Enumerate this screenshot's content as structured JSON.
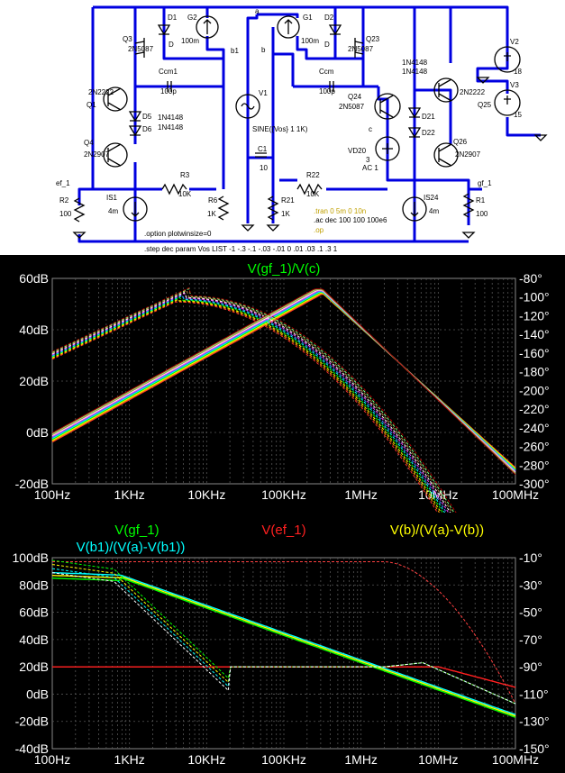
{
  "schematic": {
    "labels": {
      "d1": "D1",
      "g2": "G2",
      "g1": "G1",
      "d2": "D2",
      "g2v": "100m",
      "g1v": "100m",
      "q3": "Q3",
      "q3m": "2N5087",
      "q23": "Q23",
      "q23m": "2N5087",
      "dA": "D",
      "dB": "D",
      "b1": "b1",
      "a": "a",
      "b": "b",
      "ccm1": "Ccm1",
      "ccm1v": "100p",
      "ccm": "Ccm",
      "ccmv": "100p",
      "q2": "2N2222",
      "q1": "Q1",
      "q4": "Q4",
      "q4m": "2N2907",
      "d5": "D5",
      "d6": "D6",
      "d56m1": "1N4148",
      "d56m2": "1N4148",
      "v1": "V1",
      "v1v": "SINE({Vos} 1 1K)",
      "q24": "Q24",
      "q24m": "2N5087",
      "d2122m1": "1N4148",
      "d2122m2": "1N4148",
      "q2r": "2N2222",
      "q25": "Q25",
      "d21": "D21",
      "d22": "D22",
      "q26": "Q26",
      "q26m": "2N2907",
      "c": "c",
      "vd20": "VD20",
      "vd20v1": "3",
      "vd20v2": "AC 1",
      "v2": "V2",
      "v2v": "18",
      "v3": "V3",
      "v3v": "15",
      "c1": "C1",
      "c1v": "10",
      "ef1": "ef_1",
      "gf1": "gf_1",
      "r3": "R3",
      "r3v": "10K",
      "r22": "R22",
      "r22v": "10K",
      "r2": "R2",
      "r2v": "100",
      "r1": "R1",
      "r1v": "100",
      "is1": "IS1",
      "is1v": "4m",
      "is24": "IS24",
      "is24v": "4m",
      "r6": "R6",
      "r6v": "1K",
      "r21": "R21",
      "r21v": "1K",
      "tran": ".tran 0 5m 0 10n",
      "ac": ".ac dec 100 100 100e6",
      "op": ".op",
      "option": ".option plotwinsize=0",
      "step": ".step dec param Vos  LIST -1 -.3 -.1 -.03 -.01 0 .01 .03 .1 .3 1"
    }
  },
  "plot1": {
    "title": "V(gf_1)/V(c)",
    "title_color": "#00ff00",
    "left_ticks": [
      "60dB",
      "40dB",
      "20dB",
      "0dB",
      "-20dB"
    ],
    "right_ticks": [
      "-80°",
      "-100°",
      "-120°",
      "-140°",
      "-160°",
      "-180°",
      "-200°",
      "-220°",
      "-240°",
      "-260°",
      "-280°",
      "-300°"
    ],
    "x_ticks": [
      "100Hz",
      "1KHz",
      "10KHz",
      "100KHz",
      "1MHz",
      "10MHz",
      "100MHz"
    ]
  },
  "plot2": {
    "legend": [
      {
        "text": "V(gf_1)",
        "color": "#00ff00"
      },
      {
        "text": "V(ef_1)",
        "color": "#ff2020"
      },
      {
        "text": "V(b)/(V(a)-V(b))",
        "color": "#ffff00"
      },
      {
        "text": "V(b1)/(V(a)-V(b1))",
        "color": "#00ffff"
      }
    ],
    "left_ticks": [
      "100dB",
      "80dB",
      "60dB",
      "40dB",
      "20dB",
      "0dB",
      "-20dB",
      "-40dB"
    ],
    "right_ticks": [
      "-10°",
      "-30°",
      "-50°",
      "-70°",
      "-90°",
      "-110°",
      "-130°",
      "-150°"
    ],
    "x_ticks": [
      "100Hz",
      "1KHz",
      "10KHz",
      "100KHz",
      "1MHz",
      "10MHz",
      "100MHz"
    ]
  }
}
